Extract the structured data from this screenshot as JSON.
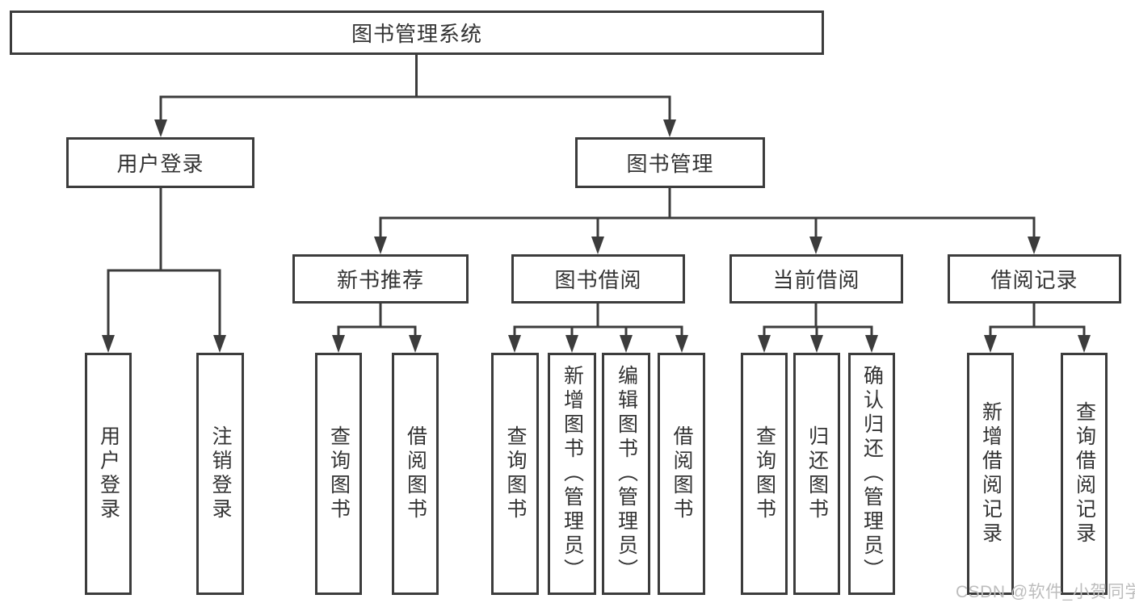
{
  "diagram": {
    "title": "图书管理系统",
    "branches": [
      {
        "label": "用户登录",
        "children": [
          {
            "label": "用户登录"
          },
          {
            "label": "注销登录"
          }
        ]
      },
      {
        "label": "图书管理",
        "children": [
          {
            "label": "新书推荐",
            "children": [
              {
                "label": "查询图书"
              },
              {
                "label": "借阅图书"
              }
            ]
          },
          {
            "label": "图书借阅",
            "children": [
              {
                "label": "查询图书"
              },
              {
                "label": "新增图书（管理员）"
              },
              {
                "label": "编辑图书（管理员）"
              },
              {
                "label": "借阅图书"
              }
            ]
          },
          {
            "label": "当前借阅",
            "children": [
              {
                "label": "查询图书"
              },
              {
                "label": "归还图书"
              },
              {
                "label": "确认归还（管理员）"
              }
            ]
          },
          {
            "label": "借阅记录",
            "children": [
              {
                "label": "新增借阅记录"
              },
              {
                "label": "查询借阅记录"
              }
            ]
          }
        ]
      }
    ]
  },
  "watermark": {
    "text": "CSDN @软件_小贺同学"
  },
  "colors": {
    "line": "#3c3c3c",
    "box_border": "#3c3c3c",
    "text": "#333333",
    "background": "#ffffff",
    "watermark": "#bdbdbd"
  }
}
